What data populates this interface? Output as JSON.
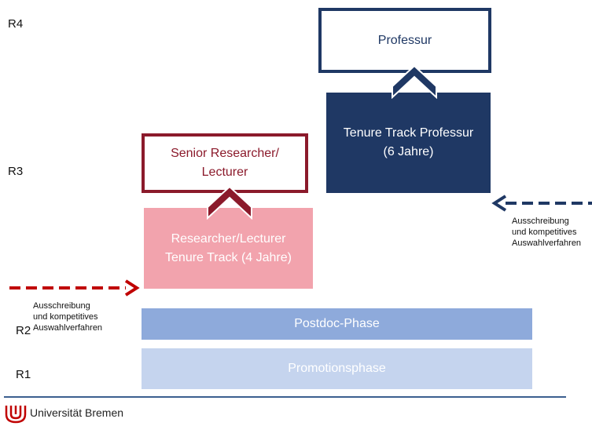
{
  "levels": {
    "r4": "R4",
    "r3": "R3",
    "r2": "R2",
    "r1": "R1"
  },
  "boxes": {
    "professur": "Professur",
    "tenure_track_professur_line1": "Tenure Track Professur",
    "tenure_track_professur_line2": "(6 Jahre)",
    "senior_line1": "Senior Researcher/",
    "senior_line2": "Lecturer",
    "researcher_line1": "Researcher/Lecturer",
    "researcher_line2": "Tenure Track (4 Jahre)",
    "postdoc": "Postdoc-Phase",
    "promotion": "Promotionsphase"
  },
  "notes": {
    "left": [
      "Ausschreibung",
      "und kompetitives",
      "Auswahlverfahren"
    ],
    "right": [
      "Ausschreibung",
      "und kompetitives",
      "Auswahlverfahren"
    ]
  },
  "footer": {
    "university": "Universität Bremen"
  },
  "colors": {
    "navy": "#1f3864",
    "darkred": "#8b1a2b",
    "pink": "#f2a3ad",
    "postdoc": "#8eaadb",
    "promotion": "#c5d4ee"
  }
}
